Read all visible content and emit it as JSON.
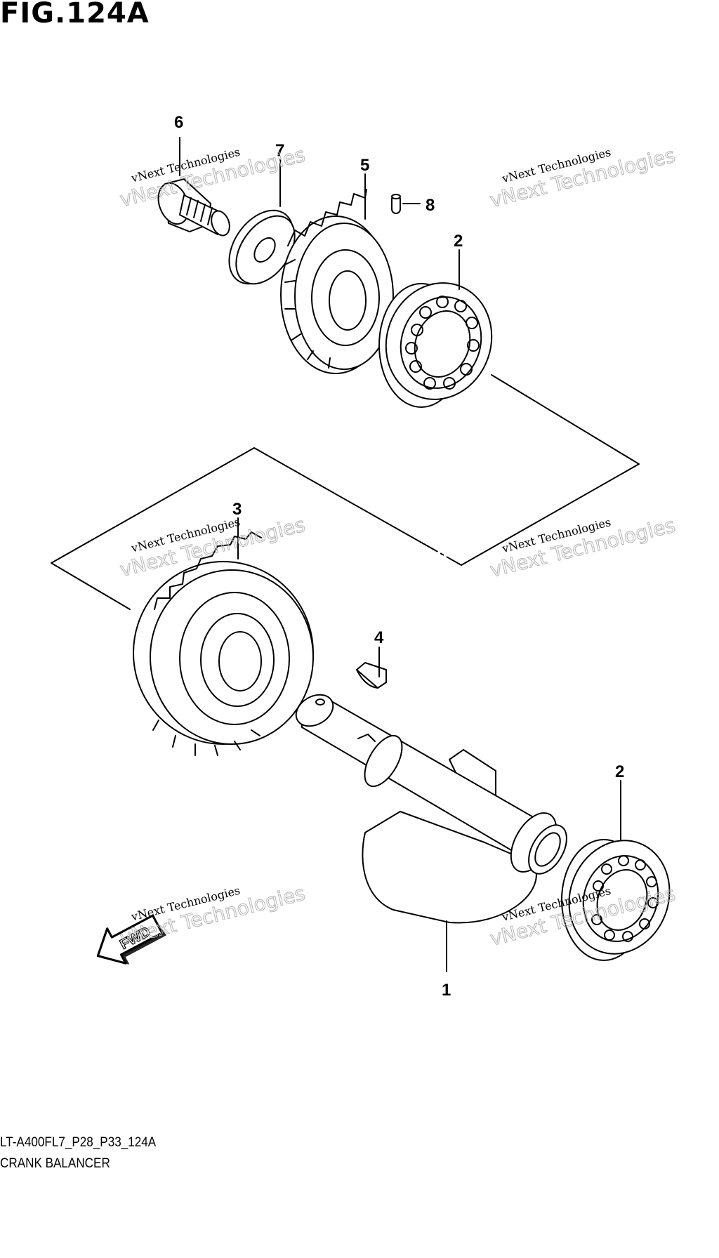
{
  "figure": {
    "title": "FIG.124A"
  },
  "callouts": {
    "p1": "1",
    "p2a": "2",
    "p2b": "2",
    "p3": "3",
    "p4": "4",
    "p5": "5",
    "p6": "6",
    "p7": "7",
    "p8": "8"
  },
  "direction_arrow": {
    "label": "FWD"
  },
  "watermark": {
    "line1": "vNext Technologies",
    "line2": "vNext Technologies"
  },
  "footer": {
    "code": "LT-A400FL7_P28_P33_124A",
    "description": "CRANK BALANCER"
  }
}
